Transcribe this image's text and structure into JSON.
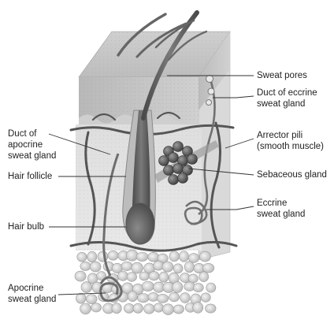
{
  "labels": {
    "sweat_pores": "Sweat pores",
    "duct_eccrine_1": "Duct of eccrine",
    "duct_eccrine_2": "sweat gland",
    "arrector_1": "Arrector pili",
    "arrector_2": "(smooth muscle)",
    "sebaceous": "Sebaceous gland",
    "eccrine_1": "Eccrine",
    "eccrine_2": "sweat gland",
    "duct_apocrine_1": "Duct of",
    "duct_apocrine_2": "apocrine",
    "duct_apocrine_3": "sweat gland",
    "hair_follicle": "Hair follicle",
    "hair_bulb": "Hair bulb",
    "apocrine_1": "Apocrine",
    "apocrine_2": "sweat gland"
  },
  "colors": {
    "skin_surface": "#d6d6d6",
    "epidermis": "#c4c4c4",
    "dermis": "#e3e3e3",
    "hypodermis_fat": "#d2d2d2",
    "hair": "#5a5a5a",
    "gland": "#7a7a7a",
    "vessel": "#555555",
    "leader_line": "#333333"
  }
}
